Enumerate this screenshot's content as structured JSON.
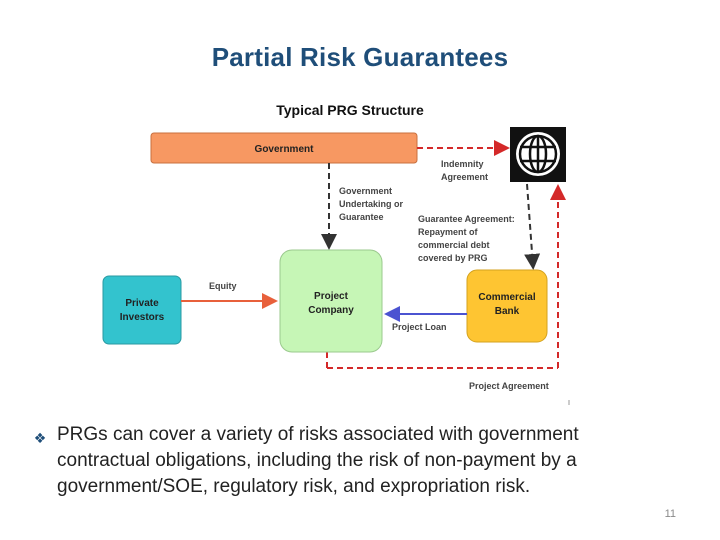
{
  "slide": {
    "title": "Partial Risk Guarantees",
    "page_number": "11"
  },
  "diagram": {
    "title": "Typical PRG Structure",
    "nodes": {
      "government": "Government",
      "private_investors_line1": "Private",
      "private_investors_line2": "Investors",
      "project_company_line1": "Project",
      "project_company_line2": "Company",
      "commercial_bank_line1": "Commercial",
      "commercial_bank_line2": "Bank",
      "world_bank_logo": "globe-logo"
    },
    "edges": {
      "indemnity_line1": "Indemnity",
      "indemnity_line2": "Agreement",
      "undertaking_line1": "Government",
      "undertaking_line2": "Undertaking or",
      "undertaking_line3": "Guarantee",
      "guarantee_line1": "Guarantee Agreement:",
      "guarantee_line2": "Repayment of",
      "guarantee_line3": "commercial debt",
      "guarantee_line4": "covered by PRG",
      "equity": "Equity",
      "project_loan": "Project Loan",
      "project_agreement": "Project Agreement"
    },
    "colors": {
      "government_fill": "#f79862",
      "investors_fill": "#33c3ce",
      "company_fill": "#c6f6b6",
      "bank_fill": "#fec532",
      "dashed_red": "#d42929",
      "dashed_dark": "#333333",
      "equity_arrow": "#e8603b",
      "loan_arrow": "#4b53d1"
    }
  },
  "bullet": {
    "marker_icon": "diamond-bullet-icon",
    "text": "PRGs can cover a variety of risks associated with government contractual obligations, including the risk of non-payment by a government/SOE, regulatory risk, and expropriation risk."
  }
}
